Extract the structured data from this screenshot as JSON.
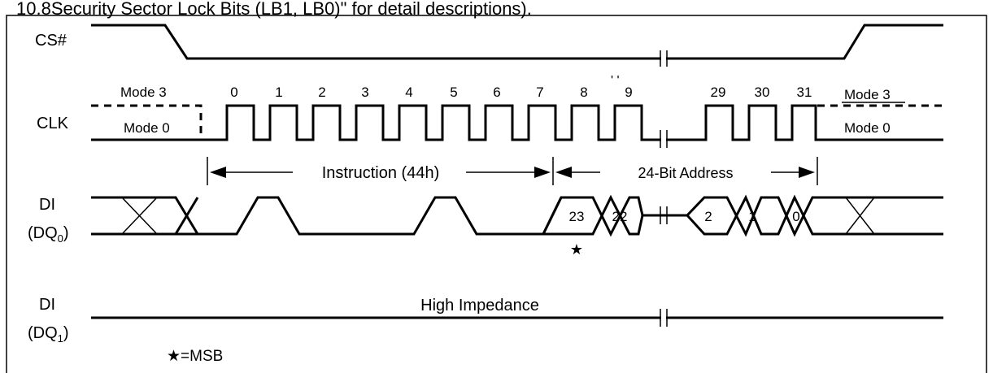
{
  "header_text": "10.8Security Sector Lock Bits (LB1, LB0)\" for detail descriptions).",
  "signals": {
    "cs": "CS#",
    "clk": "CLK",
    "di0_name": "DI",
    "di0_sub": "(DQ",
    "di0_index": "0",
    "di0_close": ")",
    "di1_name": "DI",
    "di1_sub": "(DQ",
    "di1_index": "1",
    "di1_close": ")"
  },
  "modes": {
    "mode3_left": "Mode 3",
    "mode0_left": "Mode 0",
    "mode3_right": "Mode 3",
    "mode0_right": "Mode 0"
  },
  "clock_numbers": [
    "0",
    "1",
    "2",
    "3",
    "4",
    "5",
    "6",
    "7",
    "8",
    "9",
    "29",
    "30",
    "31"
  ],
  "break_mark": "' '",
  "phases": {
    "instruction": "Instruction (44h)",
    "address": "24-Bit Address"
  },
  "address_bits": [
    "23",
    "22",
    "2",
    "1",
    "0"
  ],
  "msb_star": "★",
  "high_impedance": "High Impedance",
  "legend": "★=MSB"
}
